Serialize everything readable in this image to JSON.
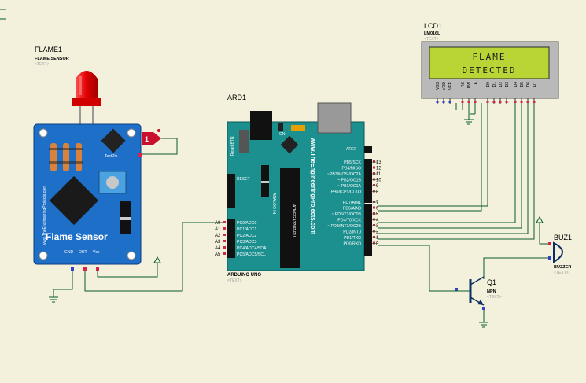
{
  "flame": {
    "ref": "FLAME1",
    "part": "FLAME SENSOR",
    "text": "<TEXT>",
    "board_url": "www.TheEngineeringProjects.com",
    "board_title": "Flame Sensor",
    "testpin": "TestPin",
    "pins": [
      "GND",
      "OUT",
      "Vcc"
    ],
    "probe": "1"
  },
  "lcd": {
    "ref": "LCD1",
    "part": "LM016L",
    "text": "<TEXT>",
    "line1": "FLAME",
    "line2": "DETECTED",
    "pins": [
      "VSS",
      "VDD",
      "VEE",
      "RS",
      "RW",
      "E",
      "D0",
      "D1",
      "D2",
      "D3",
      "D4",
      "D5",
      "D6",
      "D7"
    ],
    "backlight": "#b8d435"
  },
  "arduino": {
    "ref": "ARD1",
    "part": "ARDUINO UNO",
    "text": "<TEXT>",
    "url": "www.TheEngineeringProjects.com",
    "chip": "ATMEGA328P-PU",
    "reset": "RESET",
    "reset_btn": "Reset BTN",
    "on": "ON",
    "aref": "AREF",
    "digital_pins": [
      {
        "label": "PB5/SCK",
        "num": "13"
      },
      {
        "label": "PB4/MISO",
        "num": "12"
      },
      {
        "label": "~PB3/MOSI/OC2A",
        "num": "11"
      },
      {
        "label": "~ PB2/OC1B",
        "num": "10"
      },
      {
        "label": "~ PB1/OC1A",
        "num": "9"
      },
      {
        "label": "PB0/ICP1/CLKO",
        "num": "8"
      },
      {
        "label": "PD7/AIN1",
        "num": "7"
      },
      {
        "label": "~ PD6/AIN0",
        "num": "6"
      },
      {
        "label": "~ PD5/T1/OC0B",
        "num": "5"
      },
      {
        "label": "PD4/T0/XCK",
        "num": "4"
      },
      {
        "label": "~ PD3/INT1/OC2B",
        "num": "3"
      },
      {
        "label": "PD2/INT0",
        "num": "2"
      },
      {
        "label": "PD1/TXD",
        "num": "1"
      },
      {
        "label": "PD0/RXD",
        "num": "0"
      }
    ],
    "analog_pins": [
      {
        "num": "A0",
        "label": "PC0/ADC0"
      },
      {
        "num": "A1",
        "label": "PC1/ADC1"
      },
      {
        "num": "A2",
        "label": "PC2/ADC2"
      },
      {
        "num": "A3",
        "label": "PC3/ADC3"
      },
      {
        "num": "A4",
        "label": "PC4/ADC4/SDA"
      },
      {
        "num": "A5",
        "label": "PC5/ADC5/SCL"
      }
    ],
    "analog_in": "ANALOG IN",
    "board_color": "#1c8f8f"
  },
  "buzzer": {
    "ref": "BUZ1",
    "part": "BUZZER",
    "text": "<TEXT>"
  },
  "transistor": {
    "ref": "Q1",
    "part": "NPN",
    "text": "<TEXT>"
  },
  "colors": {
    "wire": "#0b5b29",
    "background": "#f3f0dc",
    "sensor_board": "#1e6fc8",
    "pin_red": "#d6244a",
    "pin_blue": "#3340c8"
  }
}
